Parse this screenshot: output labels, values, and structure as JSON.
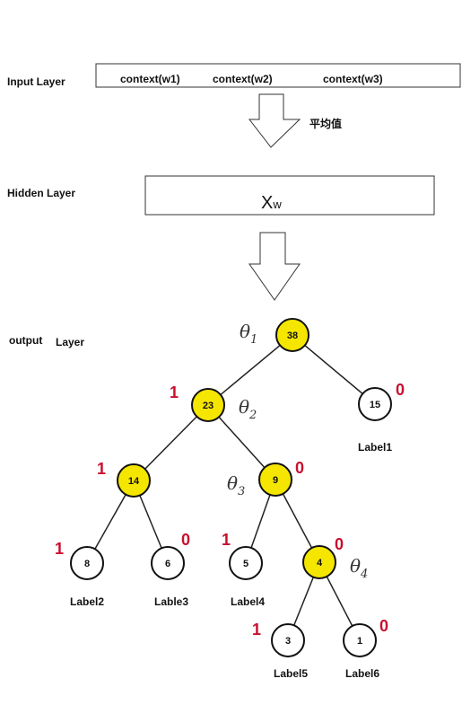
{
  "layers": {
    "input": "Input Layer",
    "hidden": "Hidden Layer",
    "output_a": "output",
    "output_b": "Layer"
  },
  "input_box": {
    "items": [
      "context(w1)",
      "context(w2)",
      "context(w3)"
    ]
  },
  "arrow_label": "平均值",
  "hidden_box": {
    "main": "X",
    "sub": "w"
  },
  "tree": {
    "highlight_color": "#f5e600",
    "normal_color": "#ffffff",
    "nodes": [
      {
        "id": "n38",
        "value": "38",
        "highlight": true
      },
      {
        "id": "n23",
        "value": "23",
        "highlight": true
      },
      {
        "id": "n15",
        "value": "15",
        "highlight": false
      },
      {
        "id": "n14",
        "value": "14",
        "highlight": true
      },
      {
        "id": "n9",
        "value": "9",
        "highlight": true
      },
      {
        "id": "n8",
        "value": "8",
        "highlight": false
      },
      {
        "id": "n6",
        "value": "6",
        "highlight": false
      },
      {
        "id": "n5",
        "value": "5",
        "highlight": false
      },
      {
        "id": "n4",
        "value": "4",
        "highlight": true
      },
      {
        "id": "n3",
        "value": "3",
        "highlight": false
      },
      {
        "id": "n1",
        "value": "1",
        "highlight": false
      }
    ],
    "edges": [
      {
        "from": "n38",
        "to": "n23",
        "label": "1"
      },
      {
        "from": "n38",
        "to": "n15",
        "label": "0"
      },
      {
        "from": "n23",
        "to": "n14",
        "label": "1"
      },
      {
        "from": "n23",
        "to": "n9",
        "label": "0"
      },
      {
        "from": "n14",
        "to": "n8",
        "label": "1"
      },
      {
        "from": "n14",
        "to": "n6",
        "label": "0"
      },
      {
        "from": "n9",
        "to": "n5",
        "label": "1"
      },
      {
        "from": "n9",
        "to": "n4",
        "label": "0"
      },
      {
        "from": "n4",
        "to": "n3",
        "label": "1"
      },
      {
        "from": "n4",
        "to": "n1",
        "label": "0"
      }
    ],
    "thetas": [
      {
        "node": "n38",
        "main": "θ",
        "sub": "1"
      },
      {
        "node": "n23",
        "main": "θ",
        "sub": "2"
      },
      {
        "node": "n9",
        "main": "θ",
        "sub": "3"
      },
      {
        "node": "n4",
        "main": "θ",
        "sub": "4"
      }
    ],
    "leaf_labels": [
      {
        "node": "n15",
        "text": "Label1"
      },
      {
        "node": "n8",
        "text": "Label2"
      },
      {
        "node": "n6",
        "text": "Lable3"
      },
      {
        "node": "n5",
        "text": "Label4"
      },
      {
        "node": "n3",
        "text": "Label5"
      },
      {
        "node": "n1",
        "text": "Label6"
      }
    ]
  }
}
